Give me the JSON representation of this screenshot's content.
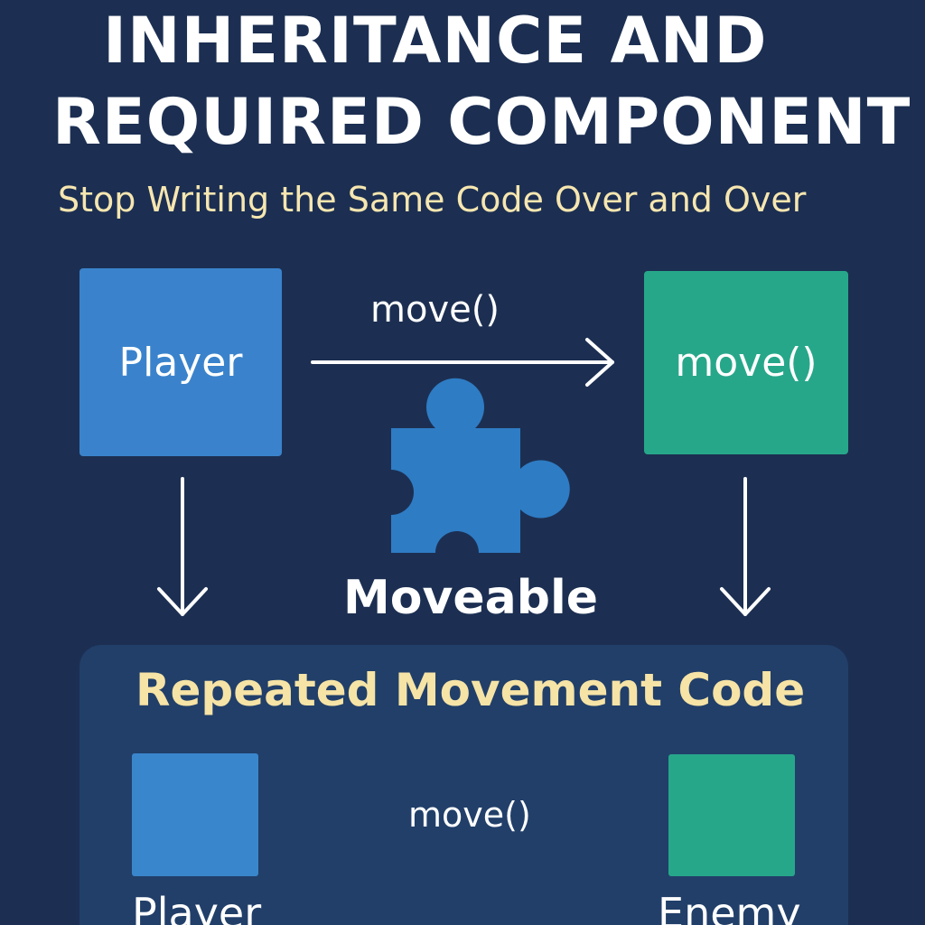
{
  "title": {
    "line1": "INHERITANCE AND",
    "line2": "REQUIRED COMPONENT"
  },
  "subtitle": "Stop Writing the Same Code Over and Over",
  "diagram": {
    "player_box_label": "Player",
    "arrow_label": "move()",
    "move_box_label": "move()",
    "component_label": "Moveable",
    "component_icon": "puzzle-piece-icon",
    "colors": {
      "background": "#1c2f52",
      "player": "#3a83cc",
      "move": "#27a78a",
      "puzzle": "#2e7cc4",
      "accent_text": "#f6e3a6"
    }
  },
  "panel": {
    "title": "Repeated Movement Code",
    "move_label": "move()",
    "player_label": "Player",
    "enemy_label": "Enemy"
  }
}
